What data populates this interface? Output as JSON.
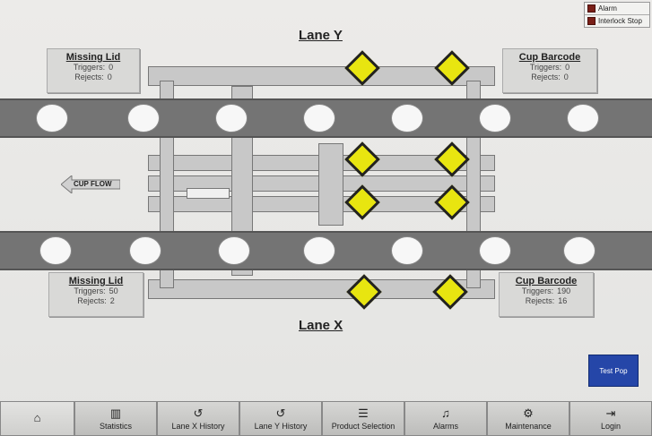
{
  "status": {
    "items": [
      {
        "label": "Alarm"
      },
      {
        "label": "Interlock Stop"
      }
    ]
  },
  "lanes": {
    "y": {
      "title": "Lane Y"
    },
    "x": {
      "title": "Lane X"
    }
  },
  "panels": {
    "y_missing_lid": {
      "title": "Missing Lid",
      "triggers_label": "Triggers:",
      "triggers": "0",
      "rejects_label": "Rejects:",
      "rejects": "0"
    },
    "y_cup_barcode": {
      "title": "Cup Barcode",
      "triggers_label": "Triggers:",
      "triggers": "0",
      "rejects_label": "Rejects:",
      "rejects": "0"
    },
    "x_missing_lid": {
      "title": "Missing Lid",
      "triggers_label": "Triggers:",
      "triggers": "50",
      "rejects_label": "Rejects:",
      "rejects": "2"
    },
    "x_cup_barcode": {
      "title": "Cup Barcode",
      "triggers_label": "Triggers:",
      "triggers": "190",
      "rejects_label": "Rejects:",
      "rejects": "16"
    }
  },
  "flow": {
    "label": "CUP FLOW"
  },
  "test_button": {
    "label": "Test Pop"
  },
  "nav": [
    {
      "label": "",
      "icon": "home-icon"
    },
    {
      "label": "Statistics",
      "icon": "chart-icon"
    },
    {
      "label": "Lane X History",
      "icon": "history-icon"
    },
    {
      "label": "Lane Y History",
      "icon": "history-icon"
    },
    {
      "label": "Product Selection",
      "icon": "list-icon"
    },
    {
      "label": "Alarms",
      "icon": "bell-icon"
    },
    {
      "label": "Maintenance",
      "icon": "user-gear-icon"
    },
    {
      "label": "Login",
      "icon": "login-icon"
    }
  ],
  "colors": {
    "alarm_led": "#7a1f18",
    "sensor": "#e8e510",
    "test_button": "#2546a8"
  }
}
